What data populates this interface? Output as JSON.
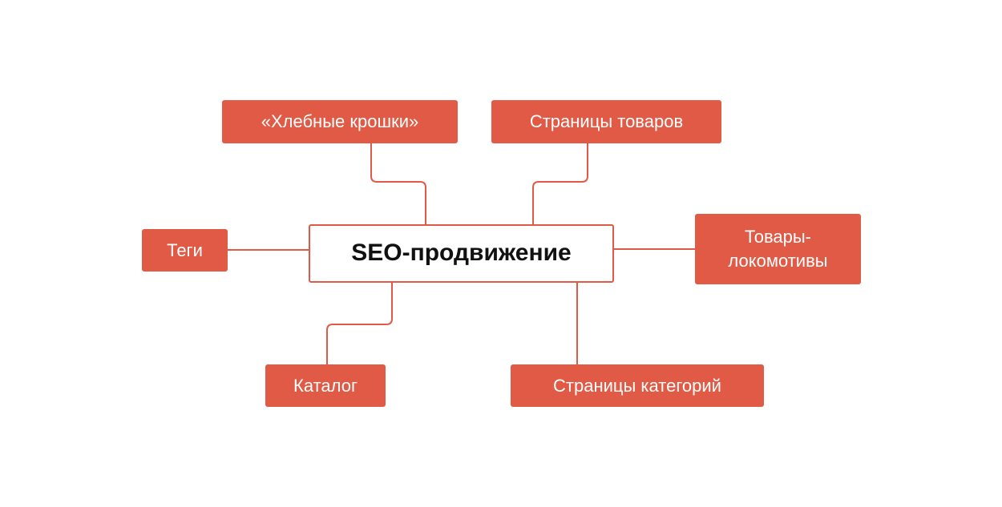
{
  "colors": {
    "accent": "#e05a45",
    "center_text": "#111111",
    "branch_text": "#ffffff",
    "background": "#ffffff"
  },
  "center": {
    "label": "SEO-продвижение"
  },
  "branches": {
    "breadcrumbs": "«Хлебные крошки»",
    "product_pages": "Страницы товаров",
    "tags": "Теги",
    "locomotive_line1": "Товары-",
    "locomotive_line2": "локомотивы",
    "catalog": "Каталог",
    "category_pages": "Страницы категорий"
  }
}
